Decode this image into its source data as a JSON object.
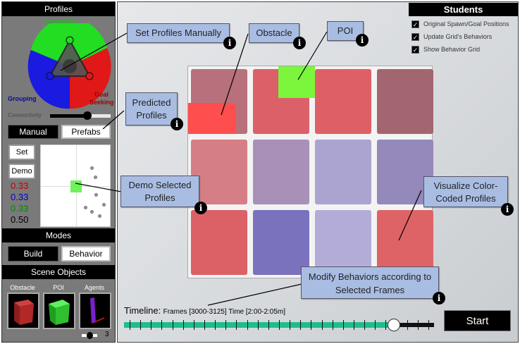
{
  "profiles_panel": {
    "title": "Profiles",
    "wheel_labels": {
      "interaction": "Interaction",
      "grouping": "Grouping",
      "goal_seeking": "Goal Seeking"
    },
    "connectivity_label": "Connectivity",
    "connectivity_value": 0.62,
    "tabs": {
      "manual": "Manual",
      "prefabs": "Prefabs"
    },
    "buttons": {
      "set": "Set",
      "demo": "Demo"
    },
    "values": [
      {
        "value": "0.33",
        "color": "#c00000"
      },
      {
        "value": "0.33",
        "color": "#0000c0"
      },
      {
        "value": "0.33",
        "color": "#008a00"
      },
      {
        "value": "0.50",
        "color": "#000000"
      }
    ]
  },
  "modes_panel": {
    "title": "Modes",
    "build": "Build",
    "behavior": "Behavior"
  },
  "scene_objects": {
    "title": "Scene Objects",
    "items": [
      {
        "label": "Obstacle",
        "color": "#b02828"
      },
      {
        "label": "POI",
        "color": "#2fbf2f"
      },
      {
        "label": "Agents",
        "color": "#7a1fc9"
      }
    ],
    "agent_count": "3"
  },
  "students_panel": {
    "title": "Students",
    "options": [
      {
        "label": "Original Spawn/Goal Positions",
        "checked": true
      },
      {
        "label": "Update Grid's Behaviors",
        "checked": true
      },
      {
        "label": "Show Behavior Grid",
        "checked": true
      }
    ]
  },
  "callouts": {
    "set_profiles": "Set Profiles Manually",
    "obstacle": "Obstacle",
    "poi": "POI",
    "predicted": "Predicted Profiles",
    "demo_selected": "Demo Selected Profiles",
    "visualize": "Visualize Color-Coded Profiles",
    "modify": "Modify Behaviors according to Selected Frames",
    "info_glyph": "i"
  },
  "grid": {
    "colors": [
      [
        "#b8717c",
        "#dc6068",
        "#de6066",
        "#a36670"
      ],
      [
        "#d67e86",
        "#a990b8",
        "#aca4d0",
        "#9588bb"
      ],
      [
        "#dc6166",
        "#7b72bd",
        "#b4acd8",
        "#de6366"
      ]
    ],
    "obstacle_color": "#ff4e4e",
    "poi_color": "#7cf53d"
  },
  "timeline": {
    "label": "Timeline:",
    "info": "Frames [3000-3125] Time [2:00-2:05m]",
    "progress": 0.87,
    "ticks": 29,
    "fill_color": "#1ebd8d"
  },
  "start_button": "Start"
}
